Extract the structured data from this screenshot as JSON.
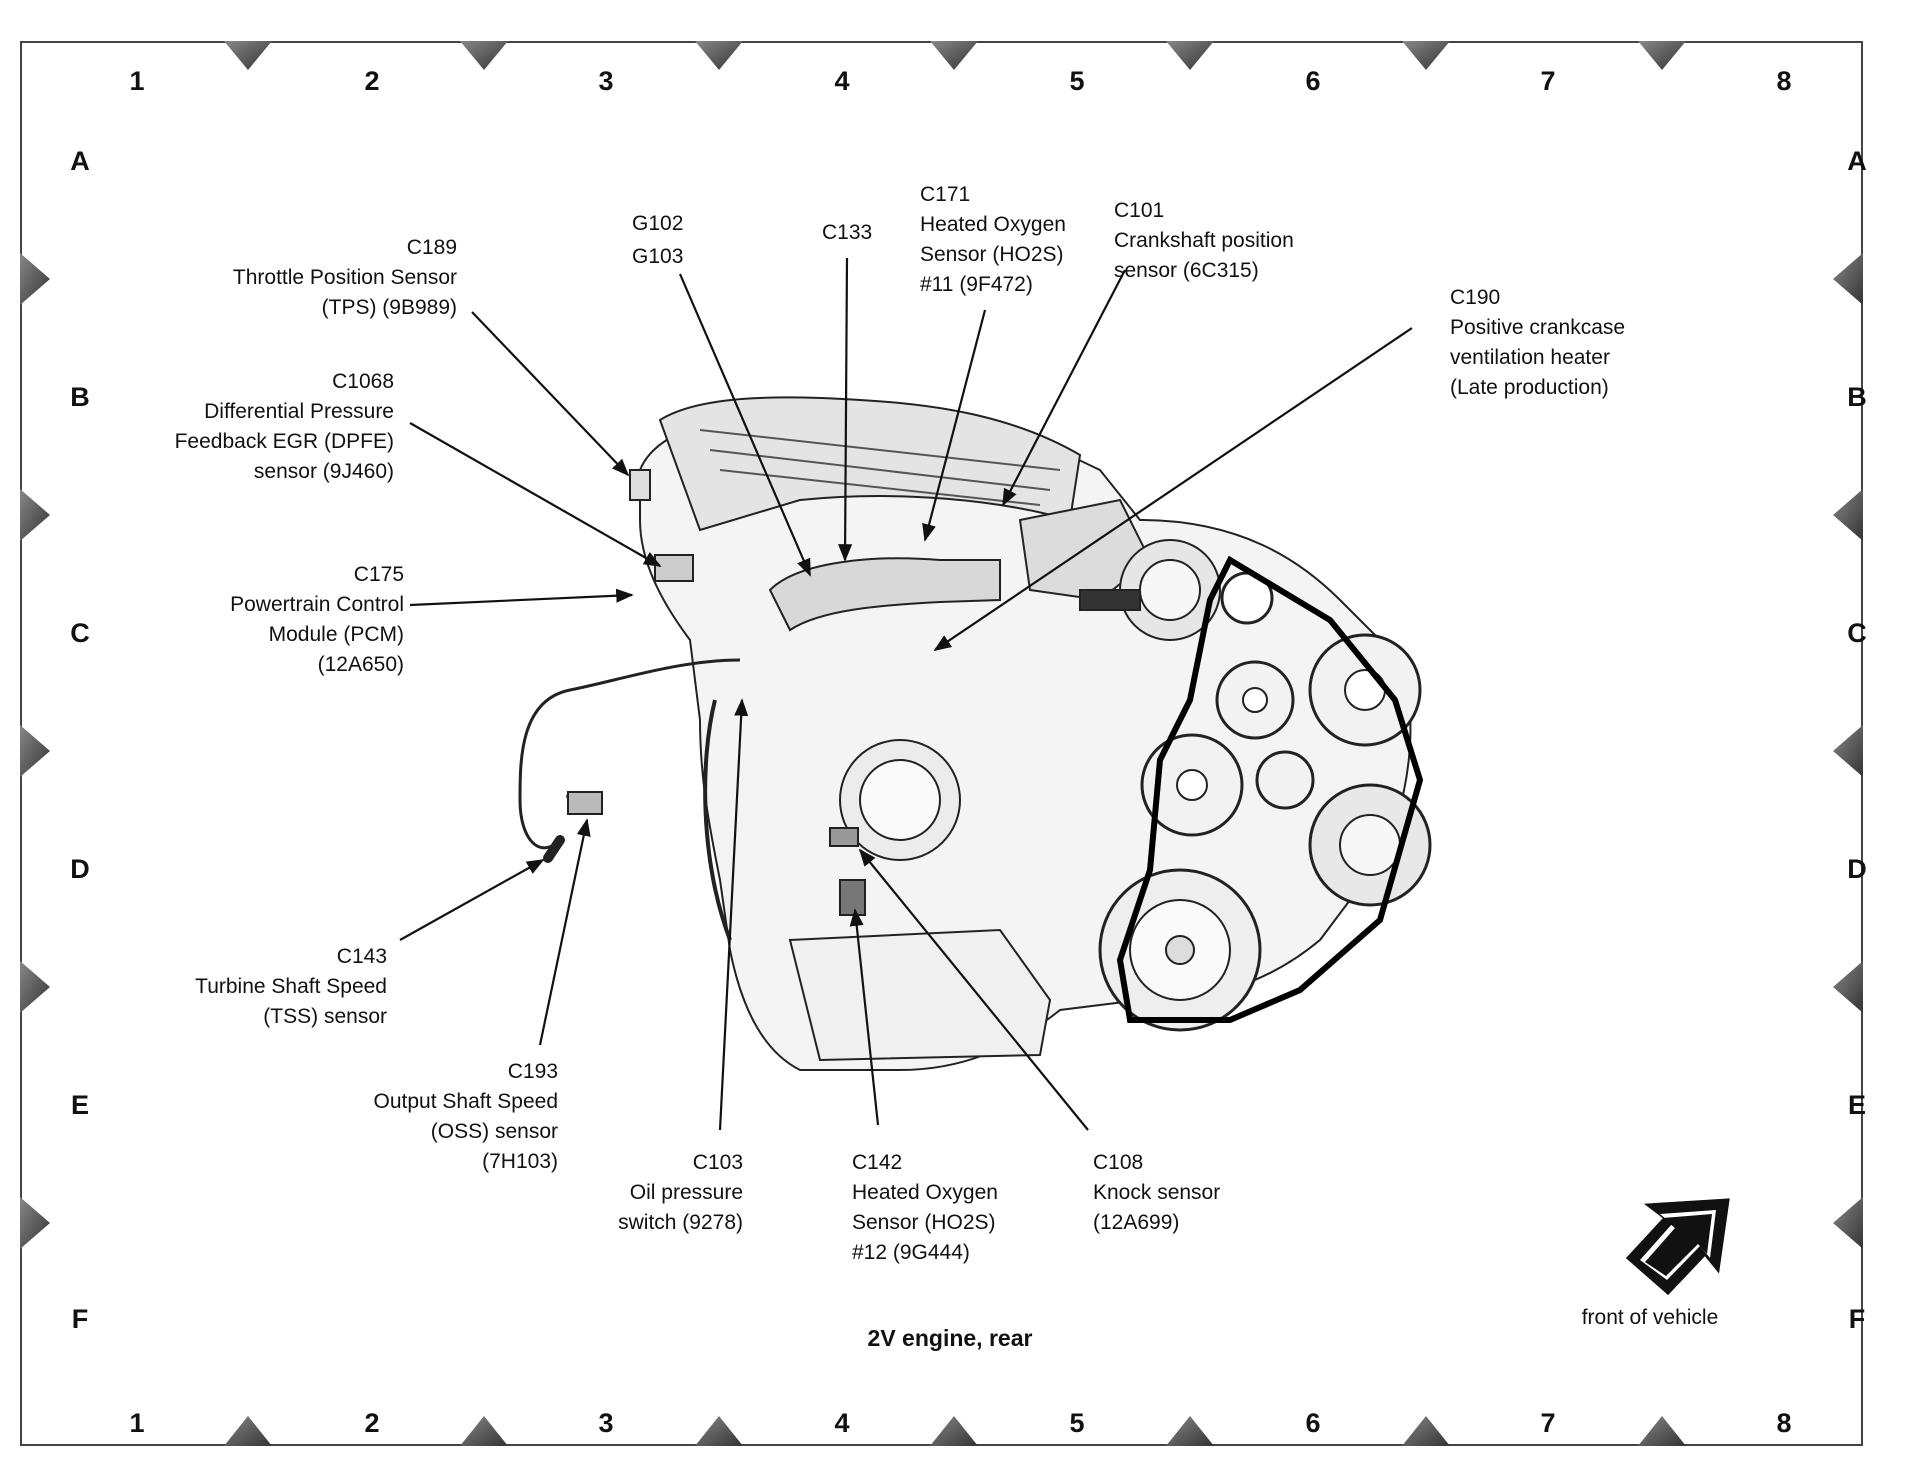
{
  "grid": {
    "columns": [
      "1",
      "2",
      "3",
      "4",
      "5",
      "6",
      "7",
      "8"
    ],
    "rows": [
      "A",
      "B",
      "C",
      "D",
      "E",
      "F"
    ]
  },
  "caption": "2V engine, rear",
  "front_indicator": "front of vehicle",
  "callouts": {
    "c189": [
      "C189",
      "Throttle Position Sensor",
      "(TPS) (9B989)"
    ],
    "c1068": [
      "C1068",
      "Differential Pressure",
      "Feedback EGR (DPFE)",
      "sensor (9J460)"
    ],
    "c175": [
      "C175",
      "Powertrain Control",
      "Module (PCM)",
      "(12A650)"
    ],
    "g102": [
      "G102",
      "G103"
    ],
    "c133": [
      "C133"
    ],
    "c171": [
      "C171",
      "Heated Oxygen",
      "Sensor (HO2S)",
      "#11 (9F472)"
    ],
    "c101": [
      "C101",
      "Crankshaft position",
      "sensor (6C315)"
    ],
    "c190": [
      "C190",
      "Positive crankcase",
      "ventilation heater",
      "(Late production)"
    ],
    "c143": [
      "C143",
      "Turbine Shaft Speed",
      "(TSS) sensor"
    ],
    "c193": [
      "C193",
      "Output Shaft Speed",
      "(OSS) sensor",
      "(7H103)"
    ],
    "c103": [
      "C103",
      "Oil pressure",
      "switch (9278)"
    ],
    "c142": [
      "C142",
      "Heated Oxygen",
      "Sensor (HO2S)",
      "#12 (9G444)"
    ],
    "c108": [
      "C108",
      "Knock sensor",
      "(12A699)"
    ]
  }
}
